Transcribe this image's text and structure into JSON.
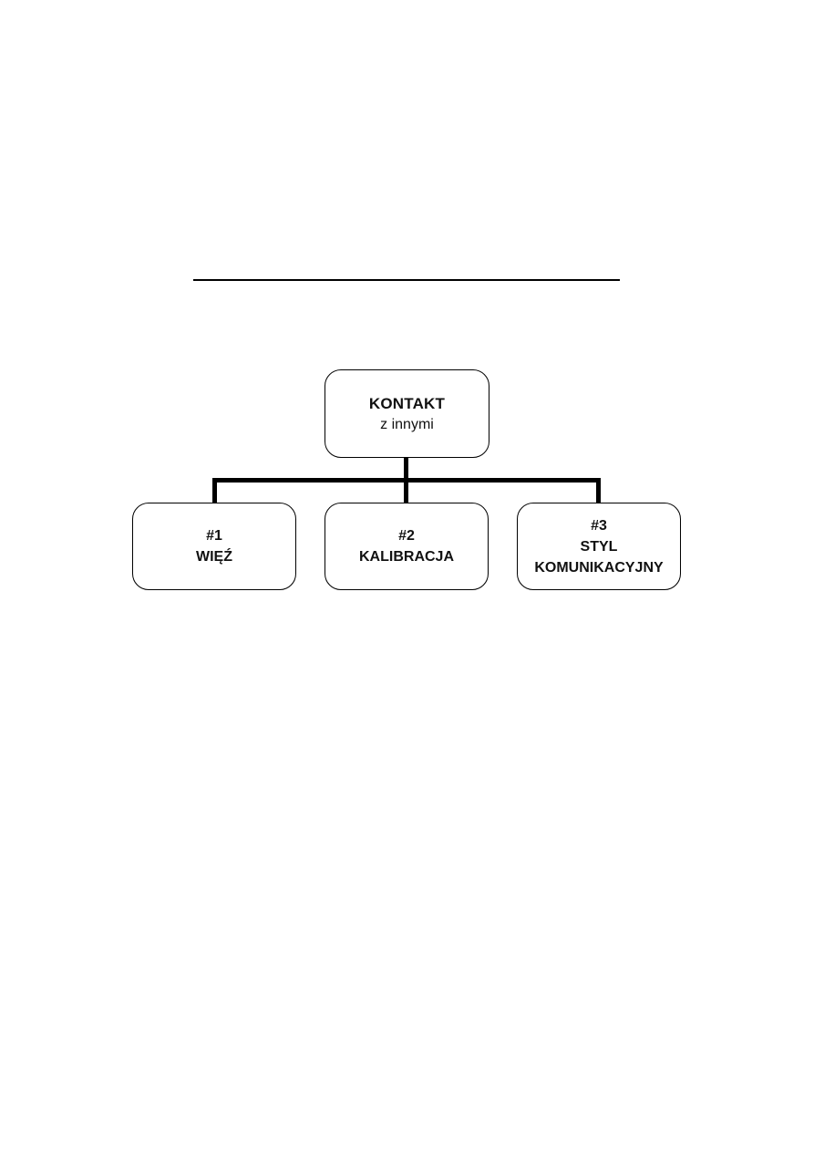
{
  "diagram": {
    "root": {
      "title": "KONTAKT",
      "subtitle": "z innymi"
    },
    "children": [
      {
        "number": "#1",
        "label": "WIĘŹ"
      },
      {
        "number": "#2",
        "label": "KALIBRACJA"
      },
      {
        "number": "#3",
        "label": "STYL\nKOMUNIKACYJNY"
      }
    ]
  },
  "colors": {
    "line": "#000000",
    "background": "#ffffff",
    "text": "#111111"
  }
}
